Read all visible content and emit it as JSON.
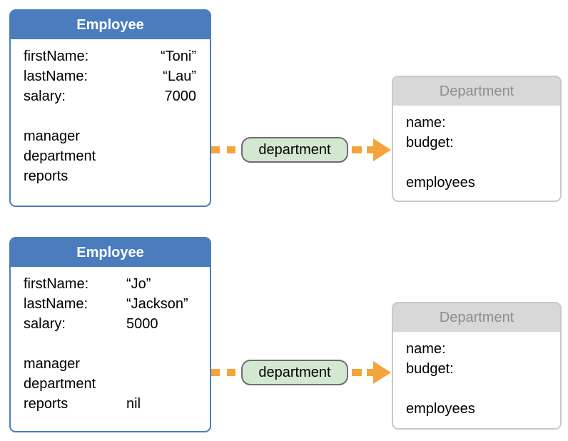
{
  "diagram": {
    "title_implicit": "Employee-Department object graph",
    "colors": {
      "employee_header": "#4b7dbe",
      "department_header": "#d8d8d8",
      "department_border": "#c9c9c9",
      "department_title_text": "#8d8d8d",
      "connector_orange": "#f5a43c",
      "pill_green_fill": "#d3e8d1",
      "pill_border_gray": "#6e6e6e",
      "body_text": "#000000"
    },
    "rows": [
      {
        "employee": {
          "title": "Employee",
          "attributes": [
            {
              "label": "firstName:",
              "value": "“Toni”"
            },
            {
              "label": "lastName:",
              "value": "“Lau”"
            },
            {
              "label": "salary:",
              "value": "7000"
            }
          ],
          "relationships": [
            {
              "label": "manager",
              "value": ""
            },
            {
              "label": "department",
              "value": ""
            },
            {
              "label": "reports",
              "value": ""
            }
          ]
        },
        "connector": {
          "label": "department"
        },
        "department": {
          "title": "Department",
          "attributes": [
            {
              "label": "name:"
            },
            {
              "label": "budget:"
            }
          ],
          "relationships": [
            {
              "label": "employees"
            }
          ]
        }
      },
      {
        "employee": {
          "title": "Employee",
          "attributes": [
            {
              "label": "firstName:",
              "value": "“Jo”"
            },
            {
              "label": "lastName:",
              "value": "“Jackson”"
            },
            {
              "label": "salary:",
              "value": "5000"
            }
          ],
          "relationships": [
            {
              "label": "manager",
              "value": ""
            },
            {
              "label": "department",
              "value": ""
            },
            {
              "label": "reports",
              "value": "nil"
            }
          ]
        },
        "connector": {
          "label": "department"
        },
        "department": {
          "title": "Department",
          "attributes": [
            {
              "label": "name:"
            },
            {
              "label": "budget:"
            }
          ],
          "relationships": [
            {
              "label": "employees"
            }
          ]
        }
      }
    ]
  }
}
